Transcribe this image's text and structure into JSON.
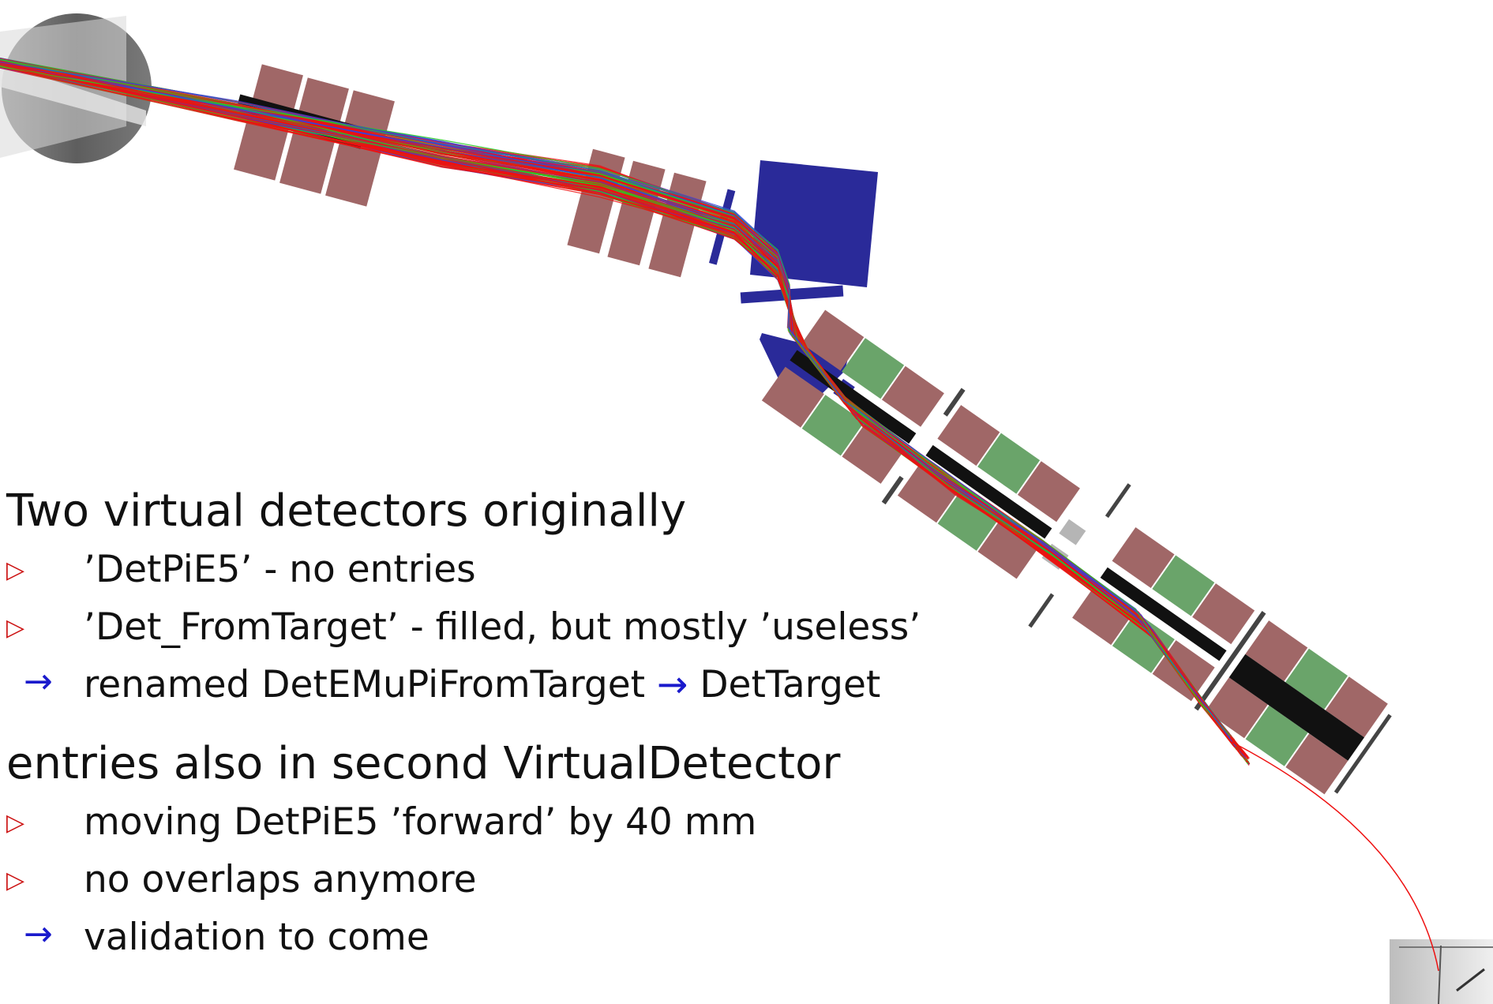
{
  "sections": [
    {
      "heading": "Two virtual detectors originally",
      "items": [
        {
          "kind": "sub",
          "text": "’DetPiE5’ - no entries"
        },
        {
          "kind": "sub",
          "text": "’Det_FromTarget’ - filled, but mostly ’useless’"
        },
        {
          "kind": "result",
          "parts": [
            "renamed DetEMuPiFromTarget",
            "→",
            "DetTarget"
          ]
        }
      ]
    },
    {
      "heading": "entries also in second VirtualDetector",
      "items": [
        {
          "kind": "sub",
          "text": "moving DetPiE5 ’forward’ by 40 mm"
        },
        {
          "kind": "sub",
          "text": "no overlaps anymore"
        },
        {
          "kind": "result",
          "text": "validation to come"
        }
      ]
    }
  ],
  "markers": {
    "sub": "▷",
    "result": "→"
  },
  "colors": {
    "magnet_pink": "#a06767",
    "magnet_green": "#6aa46a",
    "dipole_blue": "#2a2a99",
    "track_red": "#ee1111",
    "track_green": "#22cc22",
    "track_blue": "#3344dd",
    "target_gray": "#6f6f6f"
  }
}
